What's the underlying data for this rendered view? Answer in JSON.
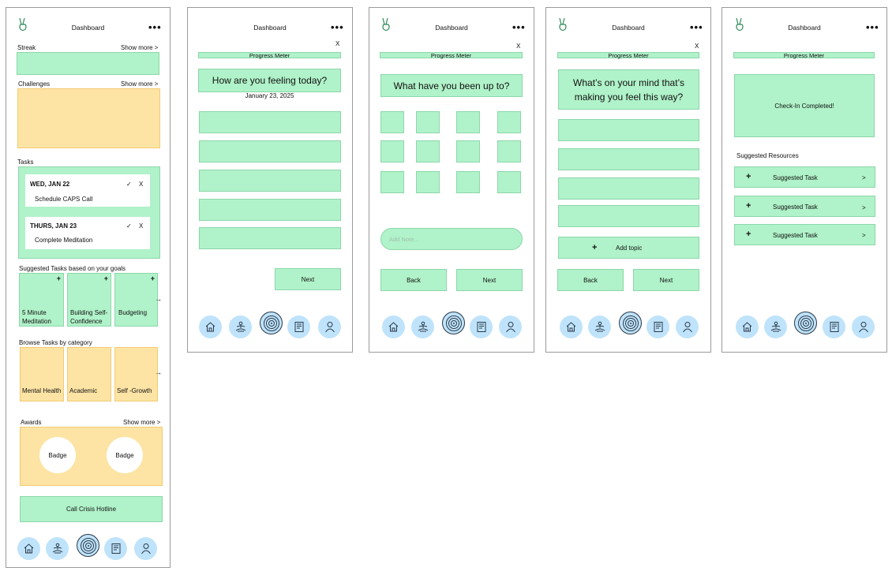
{
  "header": {
    "title": "Dashboard",
    "more_label": "•••",
    "close_label": "X"
  },
  "screen1": {
    "streak": {
      "label": "Streak",
      "show_more": "Show more >"
    },
    "challenges": {
      "label": "Challenges",
      "show_more": "Show more >"
    },
    "tasks": {
      "label": "Tasks",
      "items": [
        {
          "date": "WED, JAN 22",
          "title": "Schedule CAPS Call",
          "check": "✓",
          "x": "X"
        },
        {
          "date": "THURS, JAN 23",
          "title": "Complete Meditation",
          "check": "✓",
          "x": "X"
        }
      ]
    },
    "suggested": {
      "label": "Suggested Tasks based on your goals",
      "items": [
        "5 Minute Meditation",
        "Building Self-Confidence",
        "Budgeting"
      ],
      "plus": "+",
      "arrow": "→"
    },
    "browse": {
      "label": "Browse Tasks by category",
      "items": [
        "Mental Health",
        "Academic",
        "Self -Growth"
      ],
      "arrow": "→"
    },
    "awards": {
      "label": "Awards",
      "show_more": "Show more >",
      "badges": [
        "Badge",
        "Badge"
      ]
    },
    "crisis": "Call Crisis Hotline"
  },
  "screen2": {
    "progress": "Progress Meter",
    "question": "How are you feeling today?",
    "date": "January 23, 2025",
    "next": "Next"
  },
  "screen3": {
    "progress": "Progress Meter",
    "question": "What have you been up to?",
    "note_placeholder": "Add Note...",
    "back": "Back",
    "next": "Next"
  },
  "screen4": {
    "progress": "Progress Meter",
    "question": "What’s on your mind that’s making you feel this way?",
    "add_topic_plus": "+",
    "add_topic": "Add topic",
    "back": "Back",
    "next": "Next"
  },
  "screen5": {
    "progress": "Progress Meter",
    "completed": "Check-In Completed!",
    "resources_label": "Suggested Resources",
    "resources": [
      {
        "plus": "+",
        "label": "Suggested Task",
        "arrow": ">"
      },
      {
        "plus": "+",
        "label": "Suggested Task",
        "arrow": ">"
      },
      {
        "plus": "+",
        "label": "Suggested Task",
        "arrow": ">"
      }
    ]
  },
  "nav_icons": [
    "home-icon",
    "meditation-icon",
    "target-icon",
    "journal-icon",
    "profile-icon"
  ],
  "colors": {
    "green": "#b0f2c9",
    "yellow": "#fde4a4",
    "nav_blue": "#bfe3fa"
  }
}
